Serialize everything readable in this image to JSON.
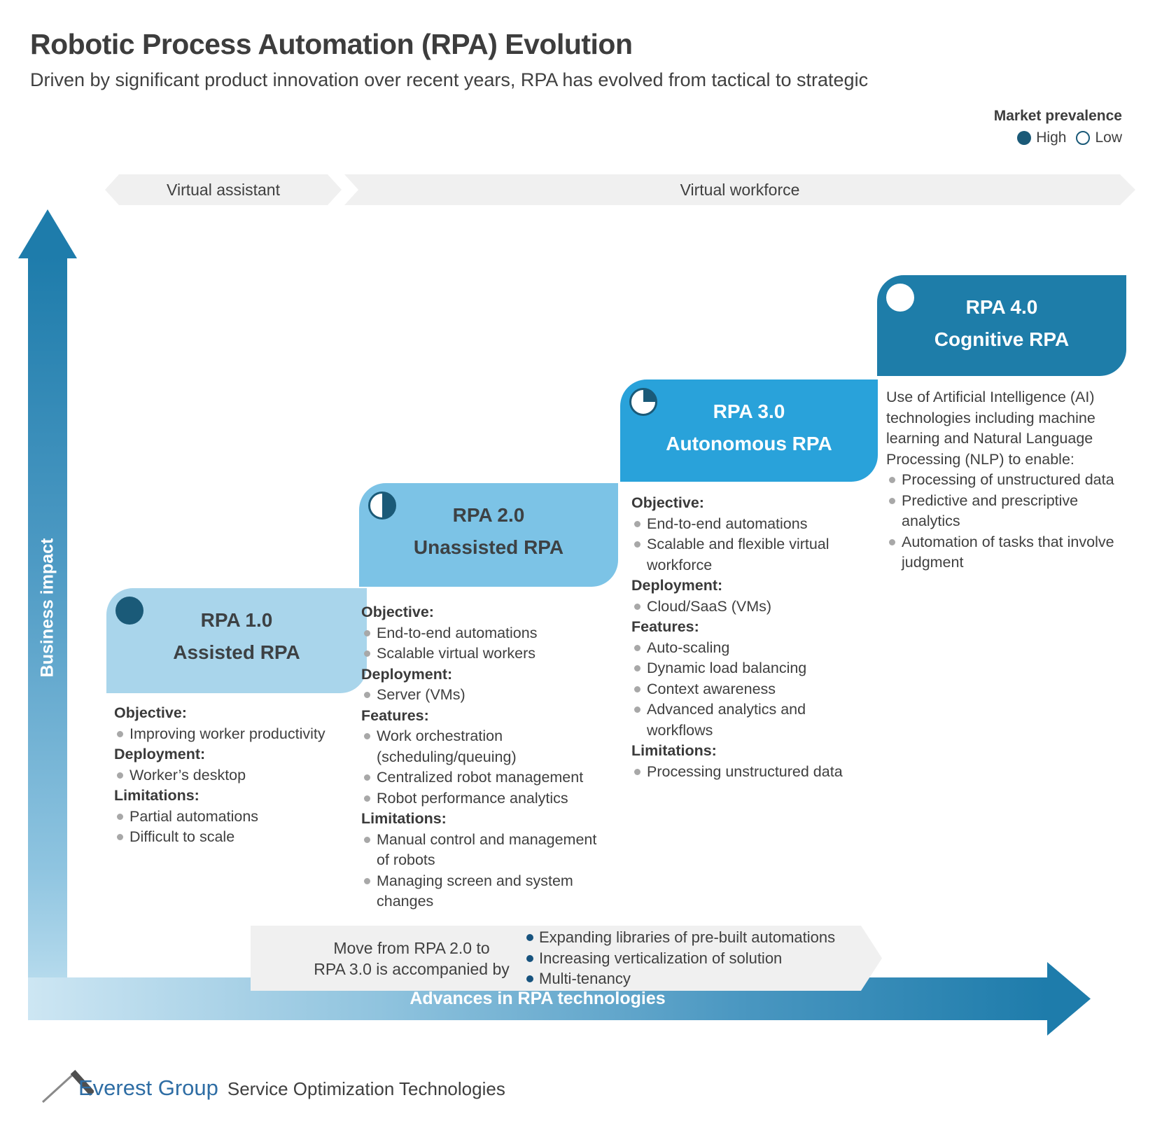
{
  "page": {
    "title": "Robotic Process Automation (RPA) Evolution",
    "subtitle": "Driven by significant product innovation over recent years, RPA has evolved from tactical to strategic"
  },
  "legend": {
    "title": "Market prevalence",
    "high_label": "High",
    "low_label": "Low"
  },
  "bands": [
    {
      "label": "Virtual assistant"
    },
    {
      "label": "Virtual workforce"
    }
  ],
  "axes": {
    "y_label": "Business impact",
    "x_label": "Advances in RPA technologies"
  },
  "colors": {
    "stage1": "#a9d5eb",
    "stage2": "#7cc3e6",
    "stage3": "#29a2da",
    "stage4": "#1e7da9",
    "pie_dark": "#1a5a78",
    "axis_dark": "#1e7cab",
    "axis_light": "#cde6f3",
    "band_gray": "#f0f0f0"
  },
  "stages": [
    {
      "title_line1": "RPA 1.0",
      "title_line2": "Assisted RPA",
      "prevalence": "full",
      "color": "#a9d5eb",
      "title_color": "#3d4144",
      "details": [
        {
          "type": "header",
          "text": "Objective:"
        },
        {
          "type": "bullet",
          "text": "Improving worker productivity"
        },
        {
          "type": "header",
          "text": "Deployment:"
        },
        {
          "type": "bullet",
          "text": "Worker’s desktop"
        },
        {
          "type": "header",
          "text": "Limitations:"
        },
        {
          "type": "bullet",
          "text": "Partial automations"
        },
        {
          "type": "bullet",
          "text": "Difficult to scale"
        }
      ]
    },
    {
      "title_line1": "RPA 2.0",
      "title_line2": "Unassisted RPA",
      "prevalence": "half",
      "color": "#7cc3e6",
      "title_color": "#3d4144",
      "details": [
        {
          "type": "header",
          "text": "Objective:"
        },
        {
          "type": "bullet",
          "text": "End-to-end automations"
        },
        {
          "type": "bullet",
          "text": "Scalable virtual workers"
        },
        {
          "type": "header",
          "text": "Deployment:"
        },
        {
          "type": "bullet",
          "text": "Server (VMs)"
        },
        {
          "type": "header",
          "text": "Features:"
        },
        {
          "type": "bullet",
          "text": "Work orchestration (scheduling/queuing)"
        },
        {
          "type": "bullet",
          "text": "Centralized robot management"
        },
        {
          "type": "bullet",
          "text": "Robot performance analytics"
        },
        {
          "type": "header",
          "text": "Limitations:"
        },
        {
          "type": "bullet",
          "text": "Manual control and management of robots"
        },
        {
          "type": "bullet",
          "text": "Managing screen and system changes"
        }
      ]
    },
    {
      "title_line1": "RPA 3.0",
      "title_line2": "Autonomous RPA",
      "prevalence": "quarter",
      "color": "#29a2da",
      "title_color": "#ffffff",
      "details": [
        {
          "type": "header",
          "text": "Objective:"
        },
        {
          "type": "bullet",
          "text": "End-to-end automations"
        },
        {
          "type": "bullet",
          "text": "Scalable and flexible virtual workforce"
        },
        {
          "type": "header",
          "text": "Deployment:"
        },
        {
          "type": "bullet",
          "text": "Cloud/SaaS (VMs)"
        },
        {
          "type": "header",
          "text": "Features:"
        },
        {
          "type": "bullet",
          "text": "Auto-scaling"
        },
        {
          "type": "bullet",
          "text": "Dynamic load balancing"
        },
        {
          "type": "bullet",
          "text": "Context awareness"
        },
        {
          "type": "bullet",
          "text": "Advanced analytics and workflows"
        },
        {
          "type": "header",
          "text": "Limitations:"
        },
        {
          "type": "bullet",
          "text": "Processing unstructured data"
        }
      ]
    },
    {
      "title_line1": "RPA 4.0",
      "title_line2": "Cognitive RPA",
      "prevalence": "empty",
      "color": "#1e7da9",
      "title_color": "#ffffff",
      "details": [
        {
          "type": "text",
          "text": "Use of Artificial Intelligence (AI) technologies including machine learning and Natural Language Processing (NLP) to enable:"
        },
        {
          "type": "bullet",
          "text": "Processing of unstructured data"
        },
        {
          "type": "bullet",
          "text": "Predictive and prescriptive analytics"
        },
        {
          "type": "bullet",
          "text": "Automation of tasks that involve judgment"
        }
      ]
    }
  ],
  "transition_note": {
    "label_line1": "Move from RPA 2.0 to",
    "label_line2": "RPA 3.0 is accompanied by",
    "bullets": [
      "Expanding libraries of pre-built automations",
      "Increasing verticalization of solution",
      "Multi-tenancy"
    ]
  },
  "footer": {
    "brand": "Everest Group",
    "tagline": "Service Optimization Technologies"
  }
}
